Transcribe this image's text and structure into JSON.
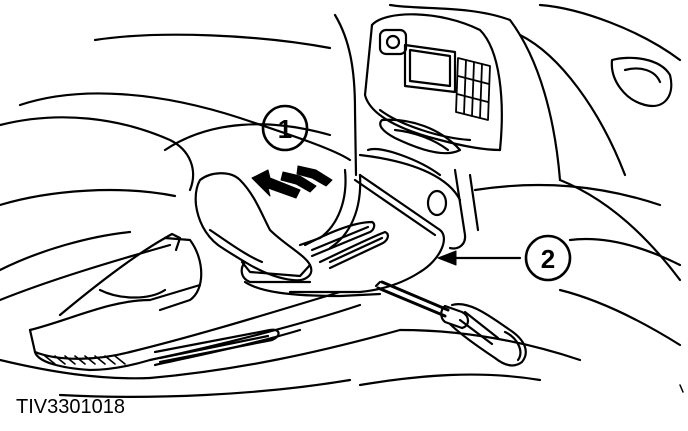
{
  "diagram": {
    "callouts": [
      {
        "label": "1"
      },
      {
        "label": "2"
      }
    ],
    "reference_code": "TIV3301018",
    "colors": {
      "ink": "#000000",
      "paper": "#ffffff"
    }
  }
}
